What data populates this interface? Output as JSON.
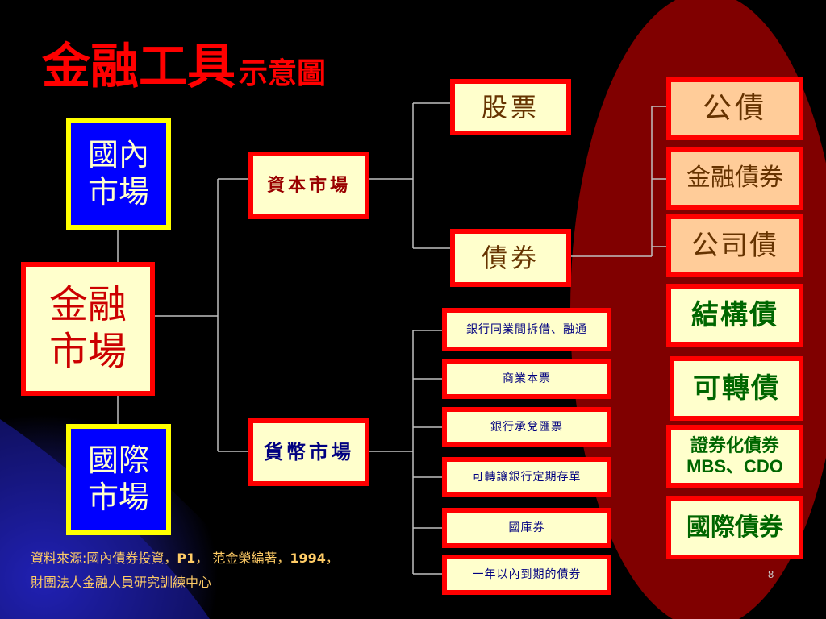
{
  "title": {
    "main": "金融工具",
    "sub": "示意圖"
  },
  "domestic_market": {
    "line1": "國內",
    "line2": "市場"
  },
  "financial_market": {
    "line1": "金融",
    "line2": "市場"
  },
  "international_market": {
    "line1": "國際",
    "line2": "市場"
  },
  "capital_market": "資本市場",
  "money_market": "貨幣市場",
  "stocks": "股票",
  "bonds": "債券",
  "money_instruments": [
    "銀行同業間拆借、融通",
    "商業本票",
    "銀行承兌匯票",
    "可轉讓銀行定期存單",
    "國庫券",
    "一年以內到期的債券"
  ],
  "bond_types": {
    "government": "公債",
    "financial": "金融債券",
    "corporate": "公司債",
    "structured": "結構債",
    "convertible": "可轉債",
    "securitized_line1": "證券化債券",
    "securitized_line2": "MBS、CDO",
    "international": "國際債券"
  },
  "source": {
    "prefix": "資料來源:國內債券投資，",
    "page": "P1",
    "mid": "， 范金榮編著，",
    "year": "1994",
    "suffix": "，",
    "line2": "財團法人金融人員研究訓練中心"
  },
  "page_number": "8",
  "colors": {
    "title": "#ff0000",
    "box_border": "#ff0000",
    "box_fill": "#ffffcc",
    "bond_fill": "#ffcc99",
    "oval": "#800000",
    "caption": "#ffcc66"
  }
}
